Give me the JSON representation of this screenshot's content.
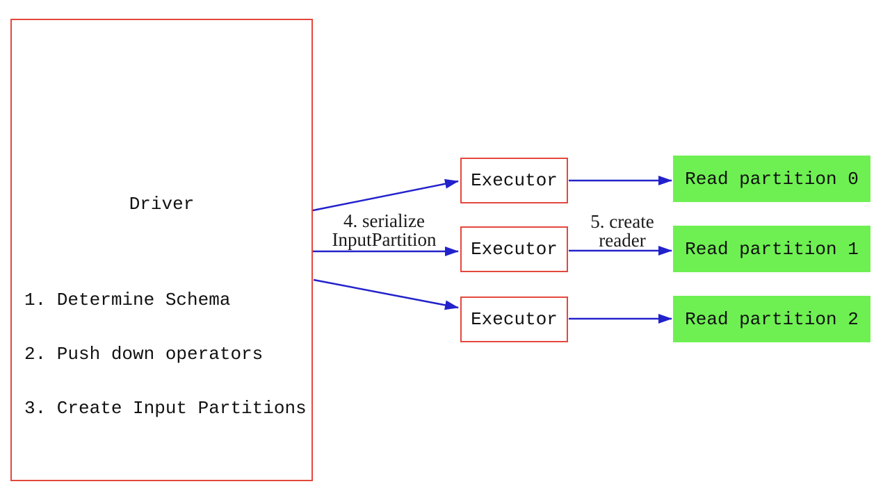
{
  "diagram": {
    "driver": {
      "title": "Driver",
      "steps": [
        "1. Determine Schema",
        "2. Push down operators",
        "3. Create Input Partitions"
      ]
    },
    "executors": [
      {
        "label": "Executor"
      },
      {
        "label": "Executor"
      },
      {
        "label": "Executor"
      }
    ],
    "partitions": [
      {
        "label": "Read partition 0"
      },
      {
        "label": "Read partition 1"
      },
      {
        "label": "Read partition 2"
      }
    ],
    "edge_labels": {
      "serialize": {
        "line1": "4. serialize",
        "line2": "InputPartition"
      },
      "create_reader": {
        "line1": "5. create",
        "line2": "reader"
      }
    },
    "colors": {
      "box_border": "#e4473d",
      "arrow": "#2222cc",
      "partition_fill": "#6ef052",
      "text": "#111111",
      "background": "#ffffff"
    }
  }
}
